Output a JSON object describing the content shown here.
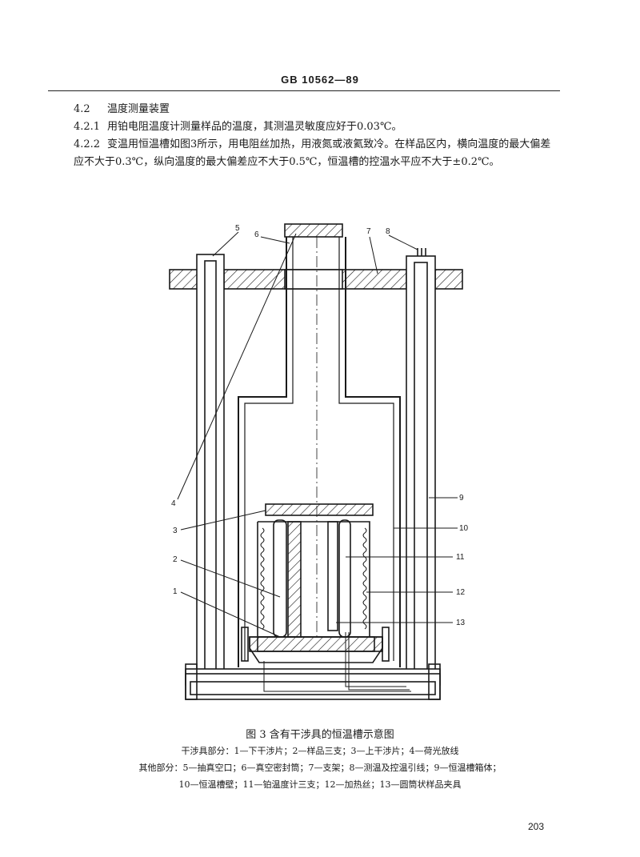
{
  "header": {
    "text": "GB 10562—89"
  },
  "section": {
    "s4_2": {
      "num": "4.2",
      "text": "温度测量装置"
    },
    "s4_2_1": {
      "num": "4.2.1",
      "text": "用铂电阻温度计测量样品的温度，其测温灵敏度应好于0.03℃。"
    },
    "s4_2_2": {
      "num": "4.2.2",
      "line1": "变温用恒温槽如图3所示，用电阻丝加热，用液氮或液氦致冷。在样品区内，横向温度的最大偏差",
      "line2": "应不大于0.3℃，纵向温度的最大偏差应不大于0.5℃，恒温槽的控温水平应不大于±0.2℃。"
    }
  },
  "figure": {
    "labels": [
      "1",
      "2",
      "3",
      "4",
      "5",
      "6",
      "7",
      "8",
      "9",
      "10",
      "11",
      "12",
      "13"
    ],
    "caption": "图 3  含有干涉具的恒温槽示意图",
    "legend": [
      "干涉具部分：1—下干涉片；2—样品三支；3—上干涉片；4—荷光放线",
      "其他部分：5—抽真空口；6—真空密封筒；7—支架；8—测温及控温引线；9—恒温槽箱体；",
      "10—恒温槽壁；11—铂温度计三支；12—加热丝；13—圆筒状样品夹具"
    ]
  },
  "page_number": "203",
  "colors": {
    "ink": "#1a1a1a",
    "paper": "#ffffff"
  }
}
